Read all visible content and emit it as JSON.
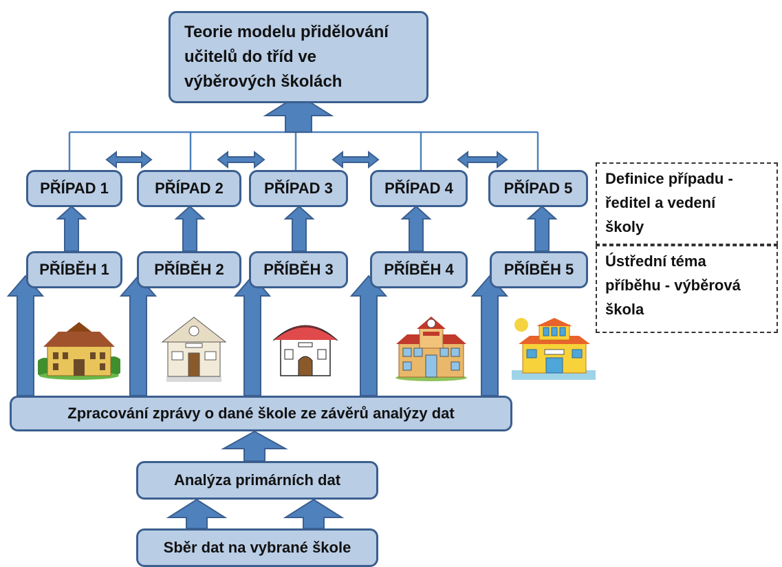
{
  "title_lines": [
    "Teorie modelu přidělování",
    "učitelů do tříd ve",
    "výběrových školách"
  ],
  "cases": [
    "PŘÍPAD 1",
    "PŘÍPAD 2",
    "PŘÍPAD 3",
    "PŘÍPAD 4",
    "PŘÍPAD 5"
  ],
  "stories": [
    "PŘÍBĚH 1",
    "PŘÍBĚH 2",
    "PŘÍBĚH 3",
    "PŘÍBĚH 4",
    "PŘÍBĚH 5"
  ],
  "report": "Zpracování zprávy o dané škole ze závěrů analýzy dat",
  "analysis": "Analýza primárních dat",
  "collection": "Sběr dat na vybrané škole",
  "note_case": [
    "Definice případu -",
    "ředitel a vedení",
    "školy"
  ],
  "note_story": [
    "Ústřední téma",
    "příběhu - výběrová",
    "škola"
  ],
  "school_images": [
    "school-building-1",
    "school-building-2",
    "school-building-3",
    "school-building-4",
    "school-building-5"
  ],
  "colors": {
    "box_fill": "#b9cde5",
    "box_border": "#3b5f8f",
    "arrow": "#4f81bd",
    "connector": "#4f81bd"
  }
}
